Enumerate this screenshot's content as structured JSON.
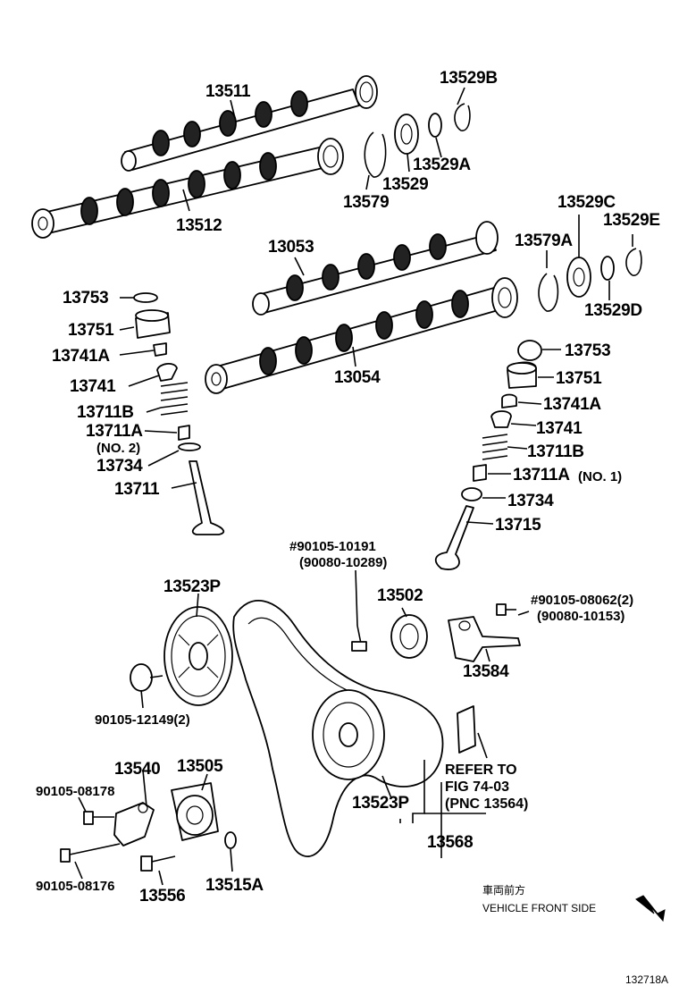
{
  "labels": {
    "p13511": "13511",
    "p13512": "13512",
    "p13529b": "13529B",
    "p13529a": "13529A",
    "p13529": "13529",
    "p13579": "13579",
    "p13053": "13053",
    "p13054": "13054",
    "p13529c": "13529C",
    "p13529e": "13529E",
    "p13579a": "13579A",
    "p13529d": "13529D",
    "l13753": "13753",
    "l13751": "13751",
    "l13741a": "13741A",
    "l13741": "13741",
    "l13711b": "13711B",
    "l13711a": "13711A",
    "l_no2": "(NO. 2)",
    "l13734": "13734",
    "l13711": "13711",
    "r13753": "13753",
    "r13751": "13751",
    "r13741a": "13741A",
    "r13741": "13741",
    "r13711b": "13711B",
    "r13711a": "13711A",
    "r_no1": "(NO. 1)",
    "r13734": "13734",
    "r13715": "13715",
    "b90105_10191": "#90105-10191",
    "b90080_10289": "(90080-10289)",
    "p13502": "13502",
    "b90105_08062": "#90105-08062(2)",
    "b90080_10153": "(90080-10153)",
    "p13584": "13584",
    "p13523p_top": "13523P",
    "b90105_12149": "90105-12149(2)",
    "p13540": "13540",
    "p13505": "13505",
    "b90105_08178": "90105-08178",
    "b90105_08176": "90105-08176",
    "p13556": "13556",
    "p13515a": "13515A",
    "p13523p_bot": "13523P",
    "p13568": "13568",
    "refer1": "REFER TO",
    "refer2": "FIG 74-03",
    "refer3": "(PNC 13564)",
    "dir_jp": "車両前方",
    "dir_en": "VEHICLE FRONT SIDE",
    "fig_id": "132718A"
  }
}
